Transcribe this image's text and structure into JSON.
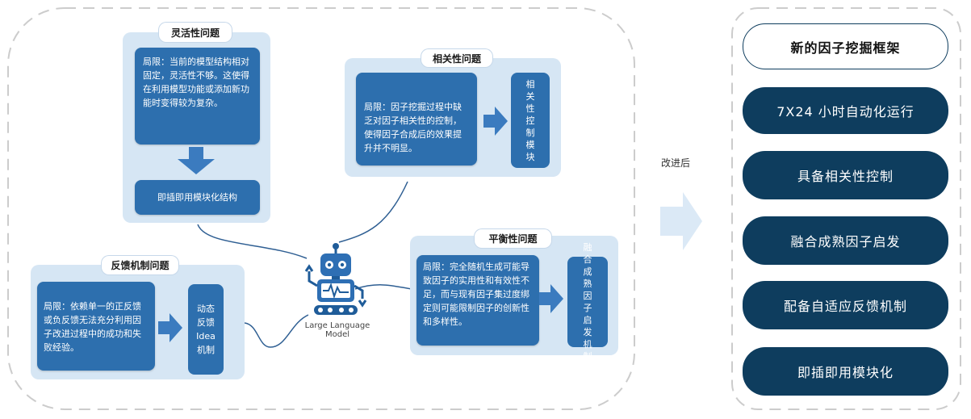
{
  "panels": {
    "flexibility": {
      "title": "灵活性问题",
      "limitation": "局限：当前的模型结构相对固定，灵活性不够。这使得在利用模型功能或添加新功能时变得较为复杂。",
      "solution": "即插即用模块化结构"
    },
    "correlation": {
      "title": "相关性问题",
      "limitation": "局限：因子挖掘过程中缺乏对因子相关性的控制，使得因子合成后的效果提升并不明显。",
      "solution": "相关性控制模块"
    },
    "feedback": {
      "title": "反馈机制问题",
      "limitation": "局限：依赖单一的正反馈或负反馈无法充分利用因子改进过程中的成功和失败经验。",
      "solution_lines": [
        "动态",
        "反馈",
        "Idea",
        "机制"
      ]
    },
    "balance": {
      "title": "平衡性问题",
      "limitation": "局限：完全随机生成可能导致因子的实用性和有效性不足，而与现有因子集过度绑定则可能限制因子的创新性和多样性。",
      "solution": "融合成熟因子启发机制"
    }
  },
  "robot_label": "Large Language Model",
  "arrow_label": "改进后",
  "right": {
    "header": "新的因子挖掘框架",
    "items": [
      "7X24 小时自动化运行",
      "具备相关性控制",
      "融合成熟因子启发",
      "配备自适应反馈机制",
      "即插即用模块化"
    ]
  },
  "colors": {
    "panel_bg": "#d6e6f4",
    "box_blue": "#2d6fae",
    "dark_navy": "#0e3d5e",
    "arrow_blue": "#3b7bbf",
    "dashed_border": "#cccccc"
  }
}
